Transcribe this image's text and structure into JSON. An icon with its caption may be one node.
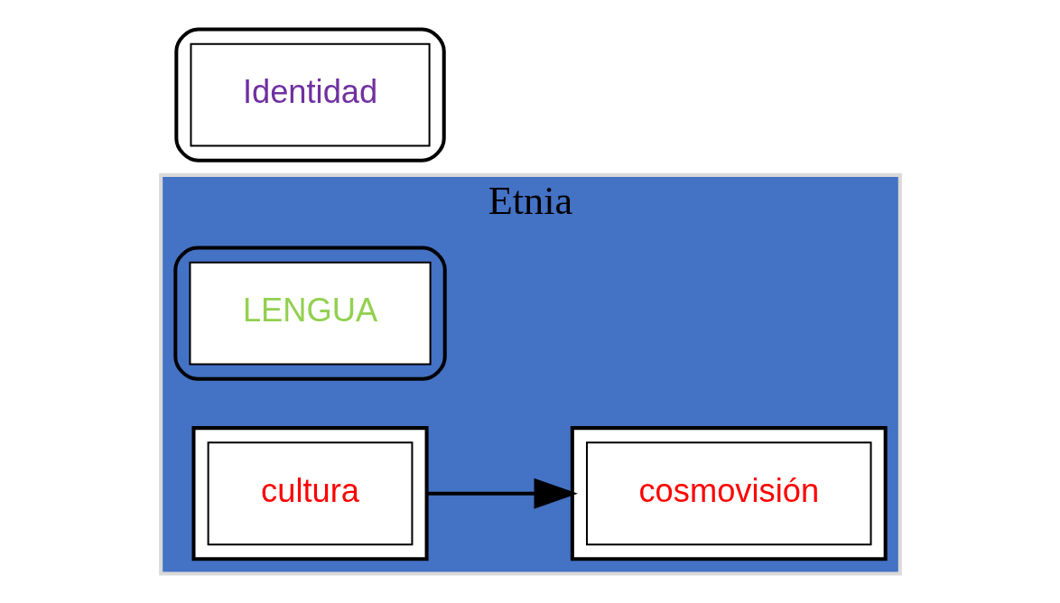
{
  "diagram": {
    "nodes": [
      {
        "text": [
          "Etnia"
        ]
      },
      {
        "text": [],
        "shape": "cylinder",
        "in": 0
      },
      {
        "text": [
          "LENGUA"
        ],
        "in": 1
      },
      {
        "text": [],
        "shape": "box",
        "in": 0
      },
      {
        "text": [
          "cultura"
        ],
        "in": 3
      },
      {
        "text": [],
        "shape": "box",
        "in": 0
      },
      {
        "text": [
          "cosmovisión"
        ],
        "in": 5
      },
      {
        "text": [],
        "shape": "box"
      },
      {
        "text": [
          "Identidad"
        ],
        "in": 7
      }
    ],
    "edges": [
      {
        "from": 3,
        "to": 5,
        "arrow": "to"
      }
    ]
  }
}
